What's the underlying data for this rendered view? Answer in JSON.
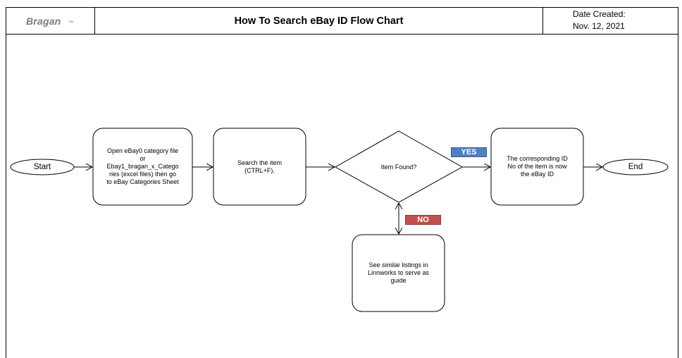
{
  "header": {
    "logo": "Bragan",
    "logo_mark": "™",
    "title": "How To Search eBay ID Flow Chart",
    "date_label": "Date Created:",
    "date_value": "Nov. 12, 2021"
  },
  "nodes": {
    "start": "Start",
    "open_file": "Open eBay0 category file\nor\nEbay1_bragan_x_Catego\nries (excel files) then go\nto eBay Categories Sheet",
    "search_item": "Search the item\n(CTRL+F).",
    "decision": "Item Found?",
    "corresponding_id": "The corresponding ID\nNo of the item is now\nthe eBay ID",
    "end": "End",
    "similar_listings": "See similar listings in\nLinnworks to serve as\nguide"
  },
  "badges": {
    "yes": "YES",
    "no": "NO"
  },
  "colors": {
    "yes_badge": "#4f81bd",
    "no_badge": "#c0504d"
  }
}
